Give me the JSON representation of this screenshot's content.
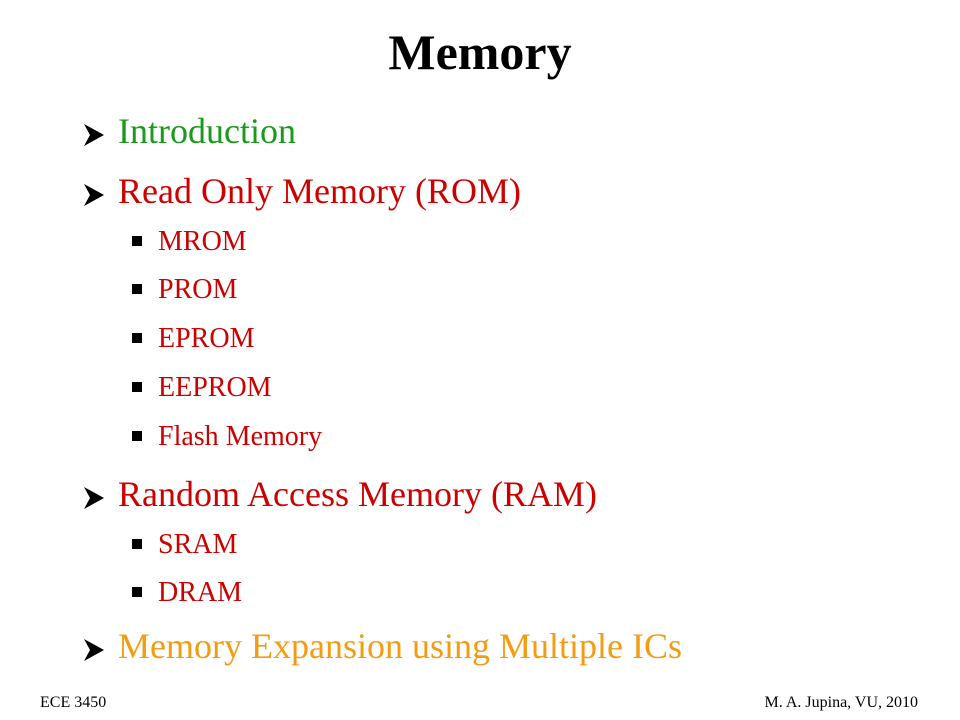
{
  "slide": {
    "title": "Memory",
    "items": [
      {
        "label": "Introduction",
        "level": 1,
        "color": "#1a9a1a"
      },
      {
        "label": "Read Only Memory (ROM)",
        "level": 1,
        "color": "#cc0000"
      },
      {
        "label": "MROM",
        "level": 2,
        "color": "#cc0000"
      },
      {
        "label": "PROM",
        "level": 2,
        "color": "#cc0000"
      },
      {
        "label": "EPROM",
        "level": 2,
        "color": "#cc0000"
      },
      {
        "label": "EEPROM",
        "level": 2,
        "color": "#cc0000"
      },
      {
        "label": "Flash Memory",
        "level": 2,
        "color": "#cc0000"
      },
      {
        "label": "Random Access Memory (RAM)",
        "level": 1,
        "color": "#cc0000"
      },
      {
        "label": "SRAM",
        "level": 2,
        "color": "#cc0000"
      },
      {
        "label": "DRAM",
        "level": 2,
        "color": "#cc0000"
      },
      {
        "label": "Memory Expansion using Multiple ICs",
        "level": 1,
        "color": "#f39c12"
      }
    ],
    "level_1_marker": "arrowhead-bullet-icon",
    "level_2_marker": "square-bullet-icon"
  },
  "footer": {
    "left": "ECE 3450",
    "right": "M. A. Jupina, VU, 2010"
  }
}
